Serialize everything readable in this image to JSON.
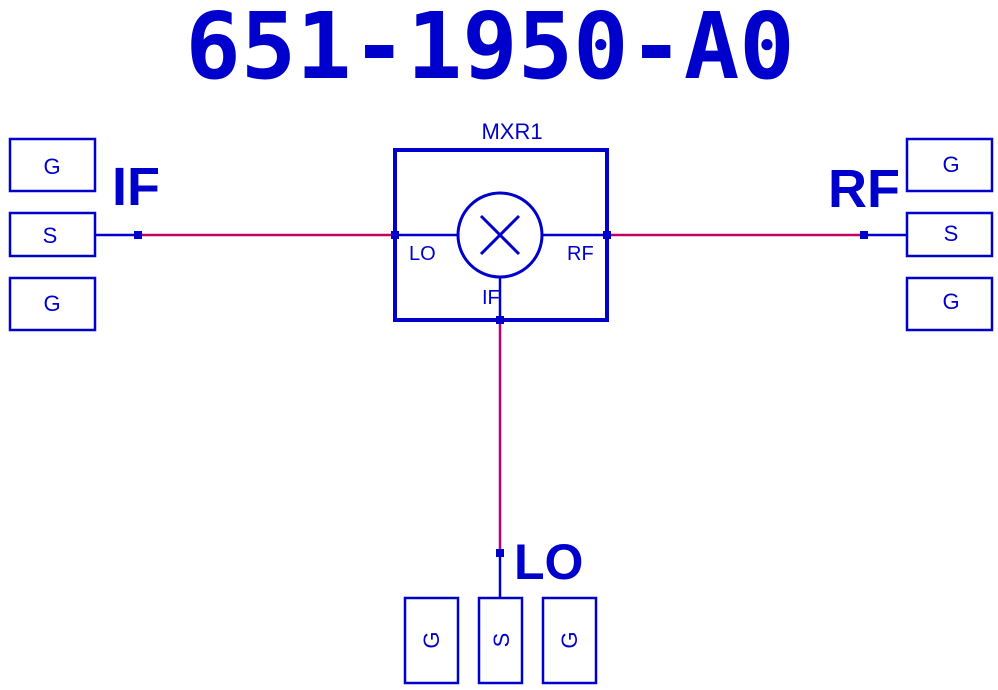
{
  "title": "651-1950-A0",
  "colors": {
    "ink": "#0000cc",
    "wire": "#c0006a"
  },
  "mixer": {
    "name": "MXR1",
    "symbol": "mixer-x-icon",
    "ports": {
      "lo": "LO",
      "rf": "RF",
      "if": "IF"
    }
  },
  "port_labels": {
    "if": "IF",
    "rf": "RF",
    "lo": "LO"
  },
  "pads": {
    "left": [
      "G",
      "S",
      "G"
    ],
    "right": [
      "G",
      "S",
      "G"
    ],
    "bottom": [
      "G",
      "S",
      "G"
    ]
  }
}
